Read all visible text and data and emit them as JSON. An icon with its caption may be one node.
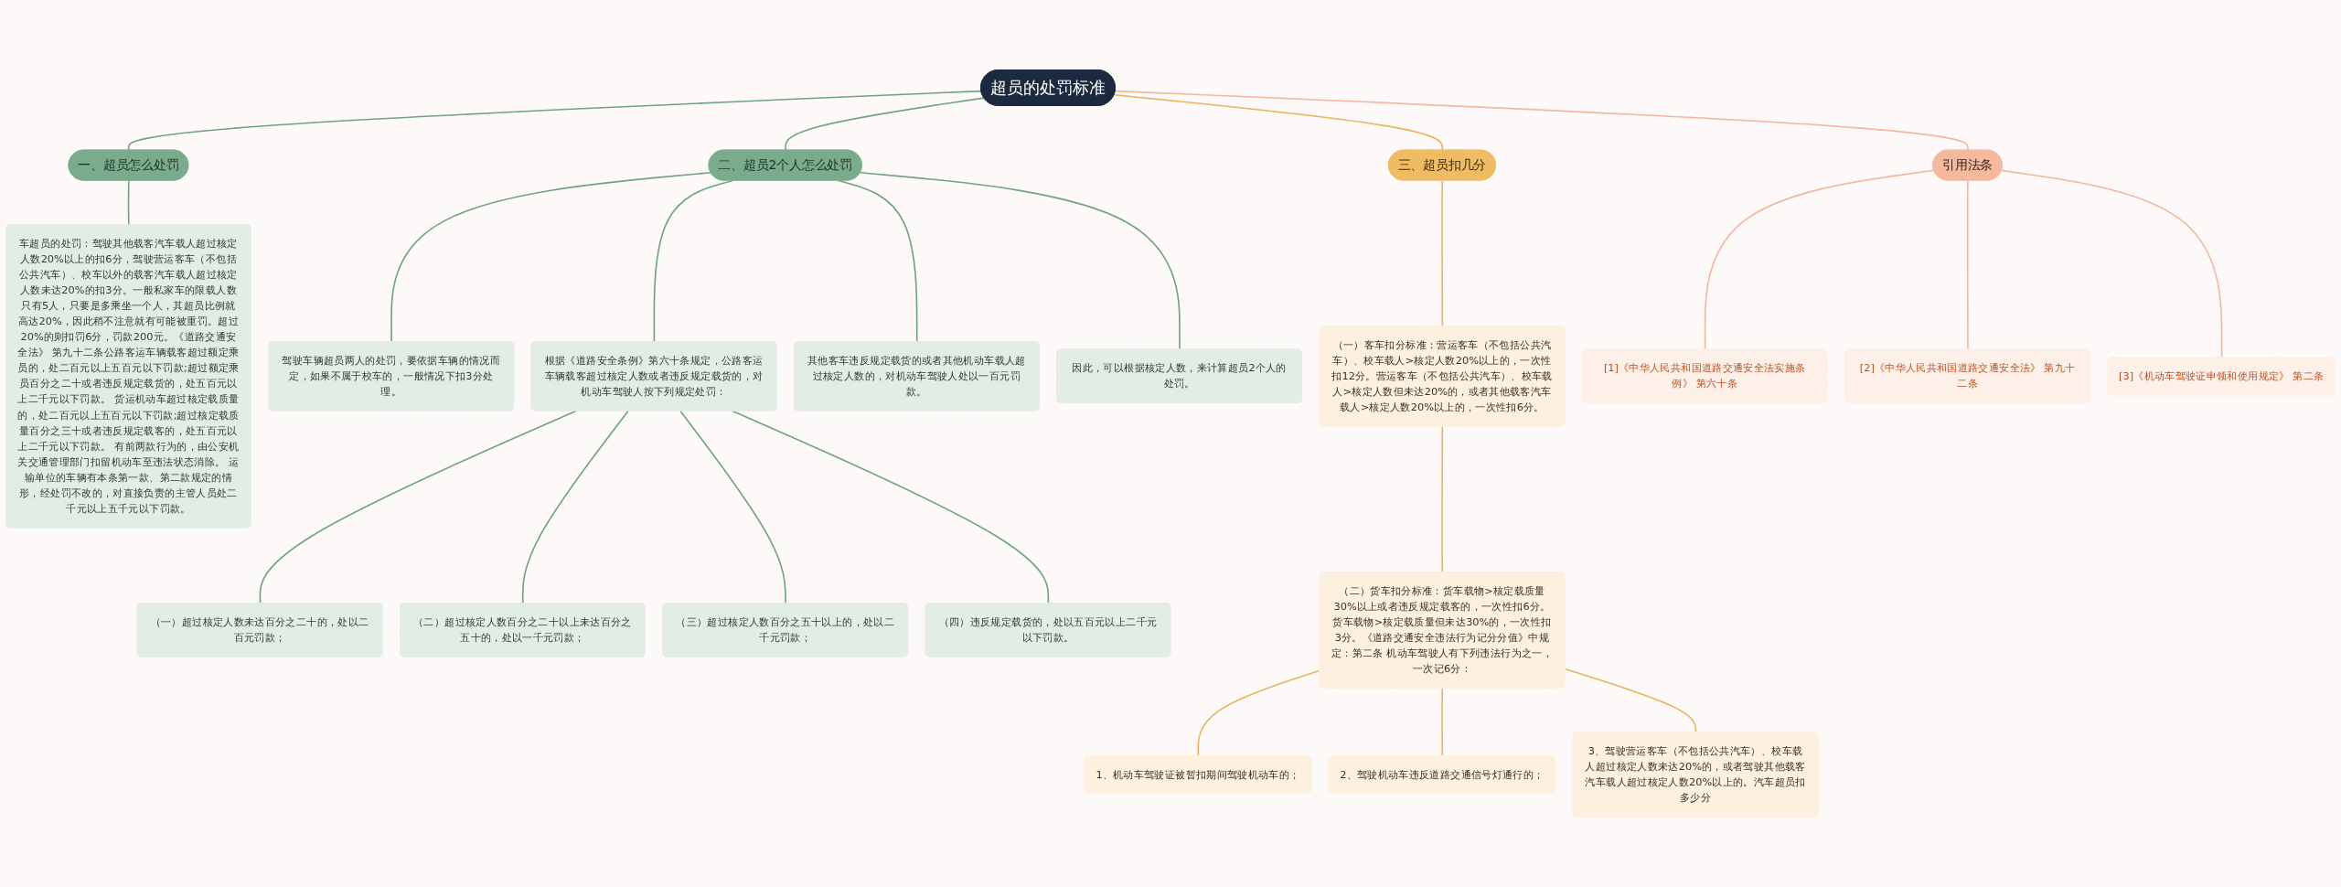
{
  "diagram": {
    "nodes": [
      {
        "text": [
          "超员的处罚标准"
        ]
      },
      {
        "text": [
          "一、超员怎么处罚"
        ]
      },
      {
        "text": [
          "车超员的处罚：驾驶其他载客汽车载人超过核定人数20%以上的扣6分，驾驶营运客车（不包括公共汽车）、校车以外的载客汽车载人超过核定人数未达20%的扣3分。一般私家车的限载人数只有5人，只要是多乘坐一个人，其超员比例就高达20%，因此稍不注意就有可能被重罚。超过20%的则扣罚6分，罚款200元。《道路交通安全法》 第九十二条公路客运车辆载客超过额定乘员的，处二百元以上五百元以下罚款;超过额定乘员百分之二十或者违反规定载货的，处五百元以上二千元以下罚款。 货运机动车超过核定载质量的，处二百元以上五百元以下罚款;超过核定载质量百分之三十或者违反规定载客的，处五百元以上二千元以下罚款。 有前两款行为的，由公安机关交通管理部门扣留机动车至违法状态消除。 运输单位的车辆有本条第一款、第二款规定的情形，经处罚不改的，对直接负责的主管人员处二千元以上五千元以下罚款。"
        ]
      },
      {
        "text": [
          "二、超员2个人怎么处罚"
        ]
      },
      {
        "text": [
          "驾驶车辆超员两人的处罚，要依据车辆的情况而定，如果不属于校车的，一般情况下扣3分处理。"
        ]
      },
      {
        "text": [
          "根据《道路安全条例》第六十条规定，公路客运车辆载客超过核定人数或者违反规定载货的，对机动车驾驶人按下列规定处罚："
        ]
      },
      {
        "text": [
          "（一）超过核定人数未达百分之二十的，处以二百元罚款；"
        ]
      },
      {
        "text": [
          "（二）超过核定人数百分之二十以上未达百分之五十的，处以一千元罚款；"
        ]
      },
      {
        "text": [
          "（三）超过核定人数百分之五十以上的，处以二千元罚款；"
        ]
      },
      {
        "text": [
          "（四）违反规定载货的，处以五百元以上二千元以下罚款。"
        ]
      },
      {
        "text": [
          "其他客车违反规定载货的或者其他机动车载人超过核定人数的，对机动车驾驶人处以一百元罚款。"
        ]
      },
      {
        "text": [
          "因此，可以根据核定人数，来计算超员2个人的处罚。"
        ]
      },
      {
        "text": [
          "三、超员扣几分"
        ]
      },
      {
        "text": [
          "（一）客车扣分标准：营运客车（不包括公共汽车）、校车载人>核定人数20%以上的，一次性扣12分。营运客车（不包括公共汽车）、校车载人>核定人数但未达20%的，或者其他载客汽车载人>核定人数20%以上的，一次性扣6分。"
        ]
      },
      {
        "text": [
          "（二）货车扣分标准：货车载物>核定载质量30%以上或者违反规定载客的，一次性扣6分。货车载物>核定载质量但未达30%的，一次性扣3分。《道路交通安全违法行为记分分值》中规定：第二条 机动车驾驶人有下列违法行为之一，一次记6分："
        ]
      },
      {
        "text": [
          "1、机动车驾驶证被暂扣期间驾驶机动车的；"
        ]
      },
      {
        "text": [
          "2、驾驶机动车违反道路交通信号灯通行的；"
        ]
      },
      {
        "text": [
          "3、驾驶营运客车（不包括公共汽车）、校车载人超过核定人数未达20%的，或者驾驶其他载客汽车载人超过核定人数20%以上的。汽车超员扣多少分"
        ]
      },
      {
        "text": [
          "引用法条"
        ]
      },
      {
        "text": [
          "[1]《中华人民共和国道路交通安全法实施条例》 第六十条"
        ]
      },
      {
        "text": [
          "[2]《中华人民共和国道路交通安全法》 第九十二条"
        ]
      },
      {
        "text": [
          "[3]《机动车驾驶证申领和使用规定》 第二条"
        ]
      }
    ],
    "edges": [
      {
        "from": 0,
        "to": 1,
        "arrow": "none"
      },
      {
        "from": 1,
        "to": 2,
        "arrow": "none"
      },
      {
        "from": 0,
        "to": 3,
        "arrow": "none"
      },
      {
        "from": 3,
        "to": 4,
        "arrow": "none"
      },
      {
        "from": 3,
        "to": 5,
        "arrow": "none"
      },
      {
        "from": 5,
        "to": 6,
        "arrow": "none"
      },
      {
        "from": 5,
        "to": 7,
        "arrow": "none"
      },
      {
        "from": 5,
        "to": 8,
        "arrow": "none"
      },
      {
        "from": 5,
        "to": 9,
        "arrow": "none"
      },
      {
        "from": 3,
        "to": 10,
        "arrow": "none"
      },
      {
        "from": 3,
        "to": 11,
        "arrow": "none"
      },
      {
        "from": 0,
        "to": 12,
        "arrow": "none",
        "color": "#e8b55a"
      },
      {
        "from": 12,
        "to": 13,
        "arrow": "none",
        "color": "#e8b55a"
      },
      {
        "from": 13,
        "to": 14,
        "arrow": "none",
        "color": "#e8b55a"
      },
      {
        "from": 14,
        "to": 15,
        "arrow": "none",
        "color": "#e8b55a"
      },
      {
        "from": 14,
        "to": 16,
        "arrow": "none",
        "color": "#e8b55a"
      },
      {
        "from": 14,
        "to": 17,
        "arrow": "none",
        "color": "#e8b55a"
      },
      {
        "from": 0,
        "to": 18,
        "arrow": "none",
        "color": "#f2b79c"
      },
      {
        "from": 18,
        "to": 19,
        "arrow": "none",
        "color": "#f2b79c"
      },
      {
        "from": 18,
        "to": 20,
        "arrow": "none",
        "color": "#f2b79c"
      },
      {
        "from": 18,
        "to": 21,
        "arrow": "none",
        "color": "#f2b79c"
      }
    ]
  }
}
